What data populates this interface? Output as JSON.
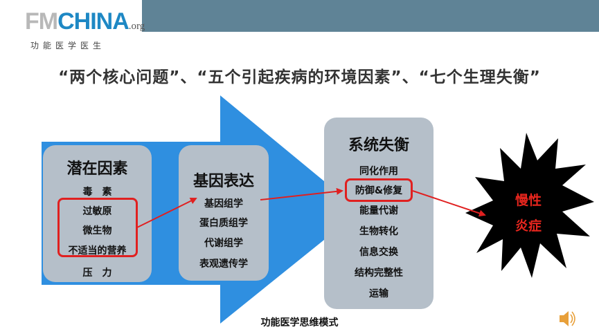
{
  "logo": {
    "fm": "FM",
    "china": "CHINA",
    "org": ".org",
    "subtitle": "功能医学医生"
  },
  "headline": "“两个核心问题”、“五个引起疾病的环境因素”、“七个生理失衡”",
  "box1": {
    "title": "潜在因素",
    "items": [
      "毒　素",
      "过敏原",
      "微生物",
      "不适当的营养",
      "压　力"
    ]
  },
  "box2": {
    "title": "基因表达",
    "items": [
      "基因组学",
      "蛋白质组学",
      "代谢组学",
      "表观遗传学"
    ]
  },
  "box3": {
    "title": "系统失衡",
    "items": [
      "同化作用",
      "防御&修复",
      "能量代谢",
      "生物转化",
      "信息交换",
      "结构完整性",
      "运输"
    ]
  },
  "burst": {
    "line1": "慢性",
    "line2": "炎症"
  },
  "caption": "功能医学思维模式",
  "colors": {
    "topbar": "#5f8396",
    "arrow": "#2f8fe0",
    "box": "#b5bfc9",
    "highlight": "#e02020",
    "burst_text": "#e8261e"
  },
  "icons": {
    "speaker": "speaker-icon"
  }
}
